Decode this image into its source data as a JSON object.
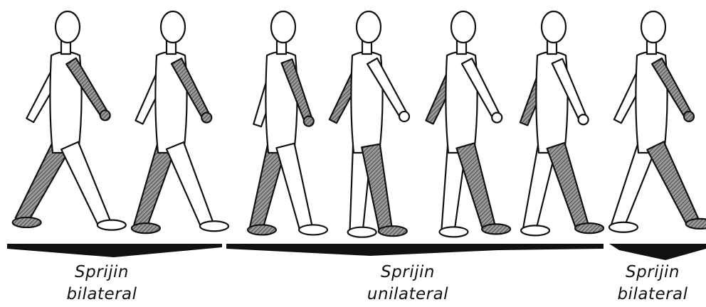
{
  "colors": {
    "ink": "#111111",
    "paper": "#ffffff",
    "hatch": "#555555"
  },
  "figures": {
    "count": 7,
    "shaded_parts": "one arm and the opposite leg of each walking figure are hatched"
  },
  "phases": [
    {
      "label_line1": "Sprijin",
      "label_line2": "bilateral"
    },
    {
      "label_line1": "Sprijin",
      "label_line2": "unilateral"
    },
    {
      "label_line1": "Sprijin",
      "label_line2": "bilateral"
    }
  ]
}
